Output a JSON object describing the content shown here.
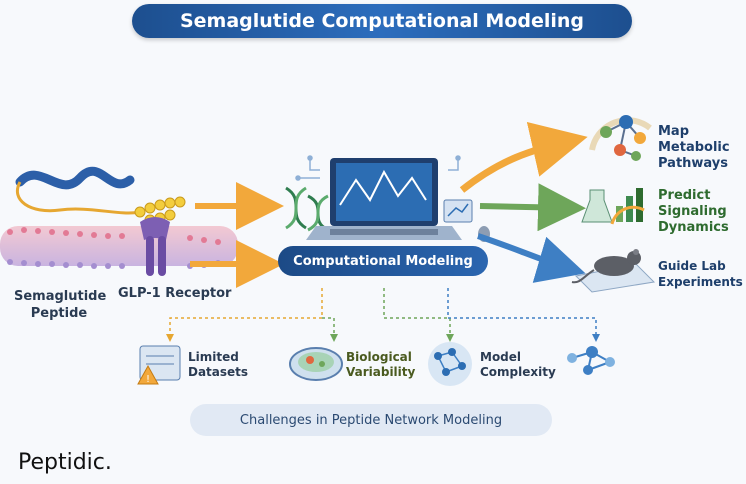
{
  "title": "Semaglutide Computational Modeling",
  "inputs": {
    "peptide_label": "Semaglutide\nPeptide",
    "receptor_label": "GLP-1 Receptor"
  },
  "center": {
    "label": "Computational Modeling"
  },
  "outputs": [
    {
      "label": "Map\nMetabolic\nPathways"
    },
    {
      "label": "Predict\nSignaling\nDynamics"
    },
    {
      "label": "Guide Lab\nExperiments"
    }
  ],
  "challenges": [
    {
      "label": "Limited\nDatasets"
    },
    {
      "label": "Biological\nVariability"
    },
    {
      "label": "Model\nComplexity"
    }
  ],
  "challenges_title": "Challenges in Peptide Network Modeling",
  "brand": "Peptidic.",
  "colors": {
    "primary": "#1d4f8f",
    "orange_arrow": "#f2a83b",
    "green_arrow": "#6ea65a",
    "blue_arrow": "#3e7fc4"
  }
}
